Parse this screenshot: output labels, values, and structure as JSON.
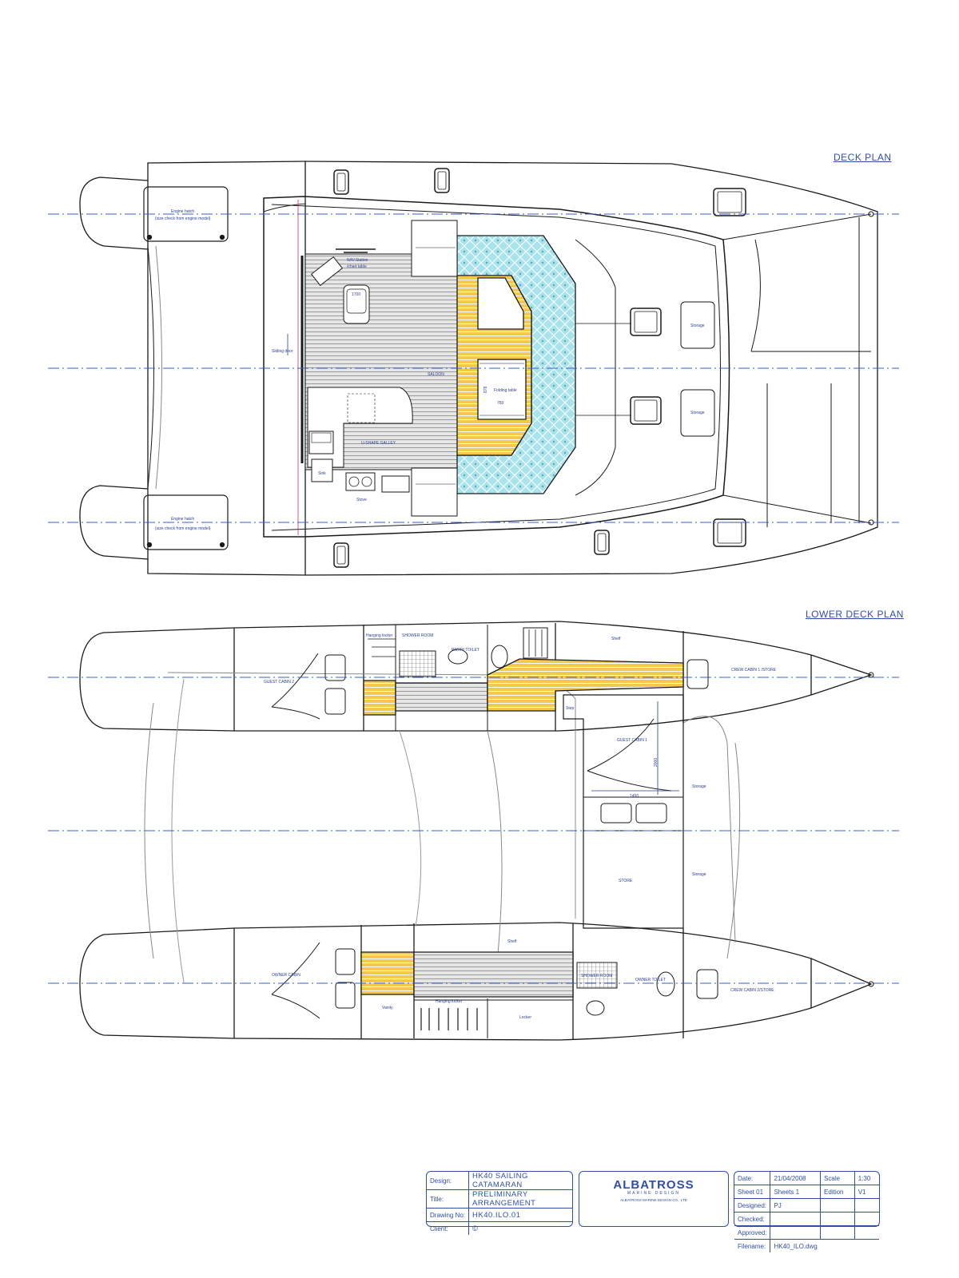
{
  "deck_plan": {
    "title": "DECK PLAN",
    "labels": {
      "nav_station": "NAV.Station",
      "chart_table": "/chart table",
      "dim_1700": "1700",
      "sliding_door": "Sliding door",
      "saloon": "SALOON",
      "folding_table": "Folding table",
      "dim_878": "878",
      "dim_760": "760",
      "galley": "U-SHAPE GALLEY",
      "sink": "Sink",
      "stove": "Stove",
      "storage_upper": "Storage",
      "storage_lower": "Storage",
      "engine_hatch_top": "Engine hatch",
      "engine_hatch_top_note": "(size check from engine model)",
      "engine_hatch_bottom": "Engine hatch",
      "engine_hatch_bottom_note": "(size check from engine model)"
    }
  },
  "lower_deck_plan": {
    "title": "LOWER DECK PLAN",
    "labels": {
      "hanging_locker_top": "Hanging locker",
      "shower_room": "SHOWER ROOM",
      "party_toilet": "PARTY TOILET",
      "shelf_top": "Shelf",
      "crew_cabin_1": "CREW CABIN 1 /STORE",
      "guest_cabin_2": "GUEST CABIN 2",
      "step": "Step",
      "guest_cabin_1": "GUEST CABIN 1",
      "dim_2000": "2000",
      "dim_1450": "1450",
      "storage_a": "Storage",
      "storage_b": "Storage",
      "store": "STORE",
      "owner_cabin": "OWNER CABIN",
      "shelf_bottom": "Shelf",
      "shower_room_bottom": "SHOWER ROOM",
      "owner_toilet": "OWNER TOILET",
      "crew_cabin_2": "CREW CABIN 2/STORE",
      "vanity": "Vanity",
      "hanging_locker_bottom": "Hanging locker",
      "locker": "Locker"
    }
  },
  "title_block": {
    "design_label": "Design:",
    "design_value": "HK40 SAILING CATAMARAN",
    "title_label": "Title:",
    "title_value": "PRELIMINARY ARRANGEMENT",
    "drawing_label": "Drawing No:",
    "drawing_value": "HK40.ILO.01",
    "client_label": "Client:",
    "client_value": "©",
    "logo_name": "ALBATROSS",
    "logo_sub": "MARINE DESIGN",
    "logo_address": "ALBATROSS MARINE DESIGN CO., LTD",
    "date_label": "Date:",
    "date_value": "21/04/2008",
    "scale_label": "Scale",
    "scale_value": "1:30",
    "sheet_label": "Sheet 01",
    "sheets_value": "Sheets 1",
    "edition_label": "Edition",
    "edition_value": "V1",
    "designed_label": "Designed:",
    "designed_value": "PJ",
    "checked_label": "Checked:",
    "approved_label": "Approved:",
    "filename_label": "Filename:",
    "filename_value": "HK40_ILO.dwg"
  },
  "colors": {
    "line": "#1a1a1a",
    "centerline": "#3b5cc4",
    "text": "#2a3f90",
    "cushion": "#a9e3ec",
    "teak": "#f4c84a",
    "floor": "#bfbfbf"
  }
}
